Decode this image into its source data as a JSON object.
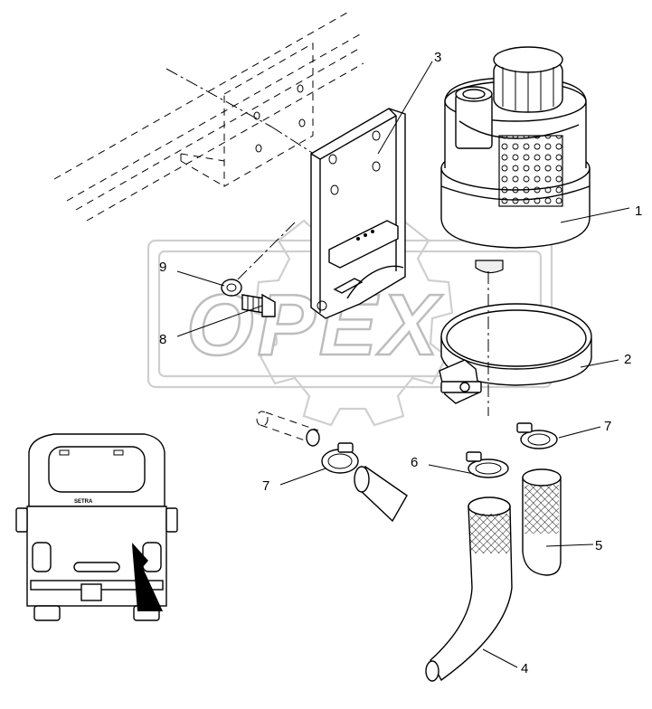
{
  "watermark": {
    "text": "OPEX"
  },
  "bus_badge": {
    "text": "SETRA"
  },
  "callouts": [
    {
      "id": "1",
      "label": "1"
    },
    {
      "id": "2",
      "label": "2"
    },
    {
      "id": "3",
      "label": "3"
    },
    {
      "id": "4",
      "label": "4"
    },
    {
      "id": "5",
      "label": "5"
    },
    {
      "id": "6",
      "label": "6"
    },
    {
      "id": "7a",
      "label": "7"
    },
    {
      "id": "7b",
      "label": "7"
    },
    {
      "id": "8",
      "label": "8"
    },
    {
      "id": "9",
      "label": "9"
    }
  ],
  "colors": {
    "line": "#000000",
    "watermark": "#cfcfcf",
    "hose_mesh": "#000000"
  }
}
